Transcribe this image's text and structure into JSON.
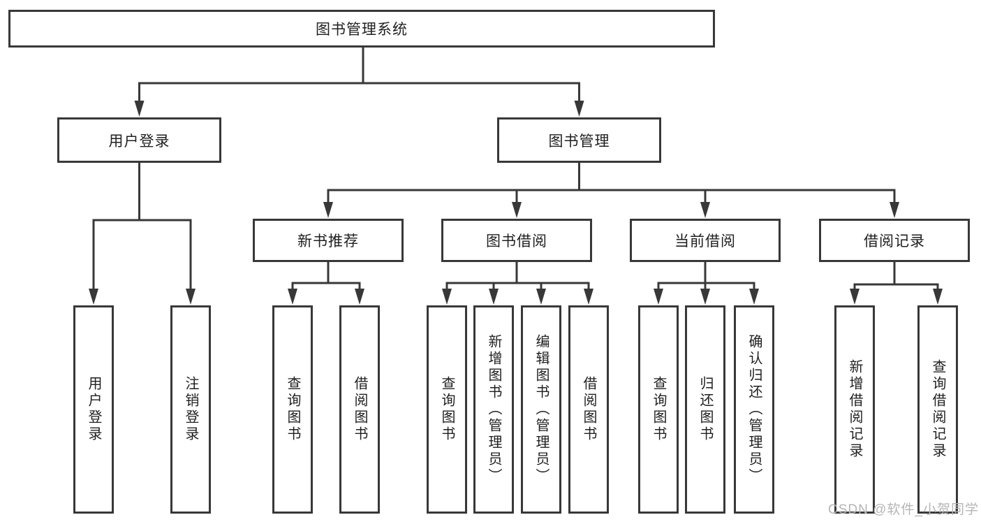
{
  "diagram_title": "图书管理系统",
  "tree": {
    "label": "图书管理系统",
    "children": [
      {
        "label": "用户登录",
        "children": [
          {
            "label": "用户登录"
          },
          {
            "label": "注销登录"
          }
        ]
      },
      {
        "label": "图书管理",
        "children": [
          {
            "label": "新书推荐",
            "children": [
              {
                "label": "查询图书"
              },
              {
                "label": "借阅图书"
              }
            ]
          },
          {
            "label": "图书借阅",
            "children": [
              {
                "label": "查询图书"
              },
              {
                "label": "新增图书（管理员）"
              },
              {
                "label": "编辑图书（管理员）"
              },
              {
                "label": "借阅图书"
              }
            ]
          },
          {
            "label": "当前借阅",
            "children": [
              {
                "label": "查询图书"
              },
              {
                "label": "归还图书"
              },
              {
                "label": "确认归还（管理员）"
              }
            ]
          },
          {
            "label": "借阅记录",
            "children": [
              {
                "label": "新增借阅记录"
              },
              {
                "label": "查询借阅记录"
              }
            ]
          }
        ]
      }
    ]
  },
  "watermark": {
    "text": "CSDN @软件_小贺同学"
  },
  "colors": {
    "line": "#383838",
    "box_border": "#383838",
    "text": "#1f1f1f",
    "watermark": "#b5b5b5",
    "background": "#ffffff"
  }
}
